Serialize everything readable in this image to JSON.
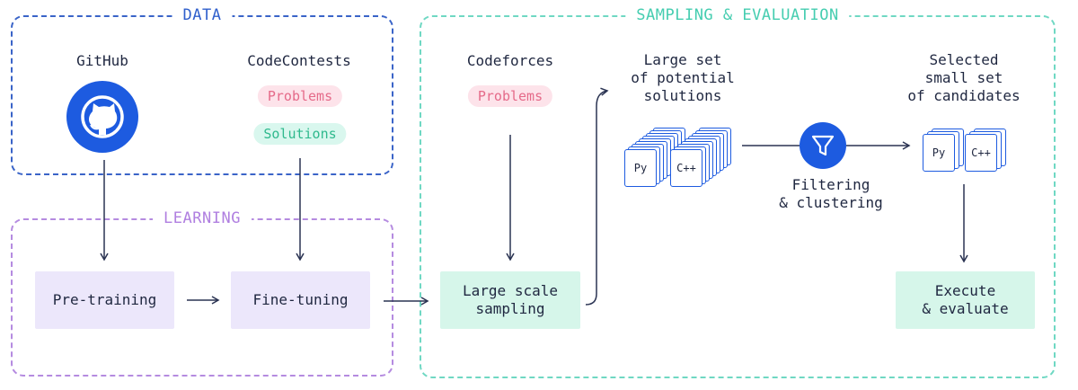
{
  "sections": {
    "data": {
      "title": "DATA",
      "color": "#3a64c8"
    },
    "learning": {
      "title": "LEARNING",
      "color": "#b58be0"
    },
    "sampling": {
      "title": "SAMPLING & EVALUATION",
      "color": "#6fd8c3"
    }
  },
  "data_section": {
    "github_label": "GitHub",
    "github_icon": "github-icon",
    "codecontests_label": "CodeContests",
    "problems_pill": "Problems",
    "solutions_pill": "Solutions"
  },
  "learning_section": {
    "pretraining": "Pre-training",
    "finetuning": "Fine-tuning"
  },
  "sampling_section": {
    "codeforces_label": "Codeforces",
    "problems_pill": "Problems",
    "large_scale_sampling": "Large scale\nsampling",
    "potential_solutions_label": "Large set\nof potential\nsolutions",
    "filter_icon": "filter-icon",
    "filtering_label": "Filtering\n& clustering",
    "candidates_label": "Selected\nsmall set\nof candidates",
    "execute_label": "Execute\n& evaluate",
    "py_card": "Py",
    "cpp_card": "C++"
  },
  "colors": {
    "blue": "#1d5be0",
    "purple_box": "#ece7fb",
    "green_box": "#d6f6ea",
    "pink_pill": "#fde3ea",
    "green_pill": "#d9f7ee",
    "arrow": "#2a3352"
  }
}
